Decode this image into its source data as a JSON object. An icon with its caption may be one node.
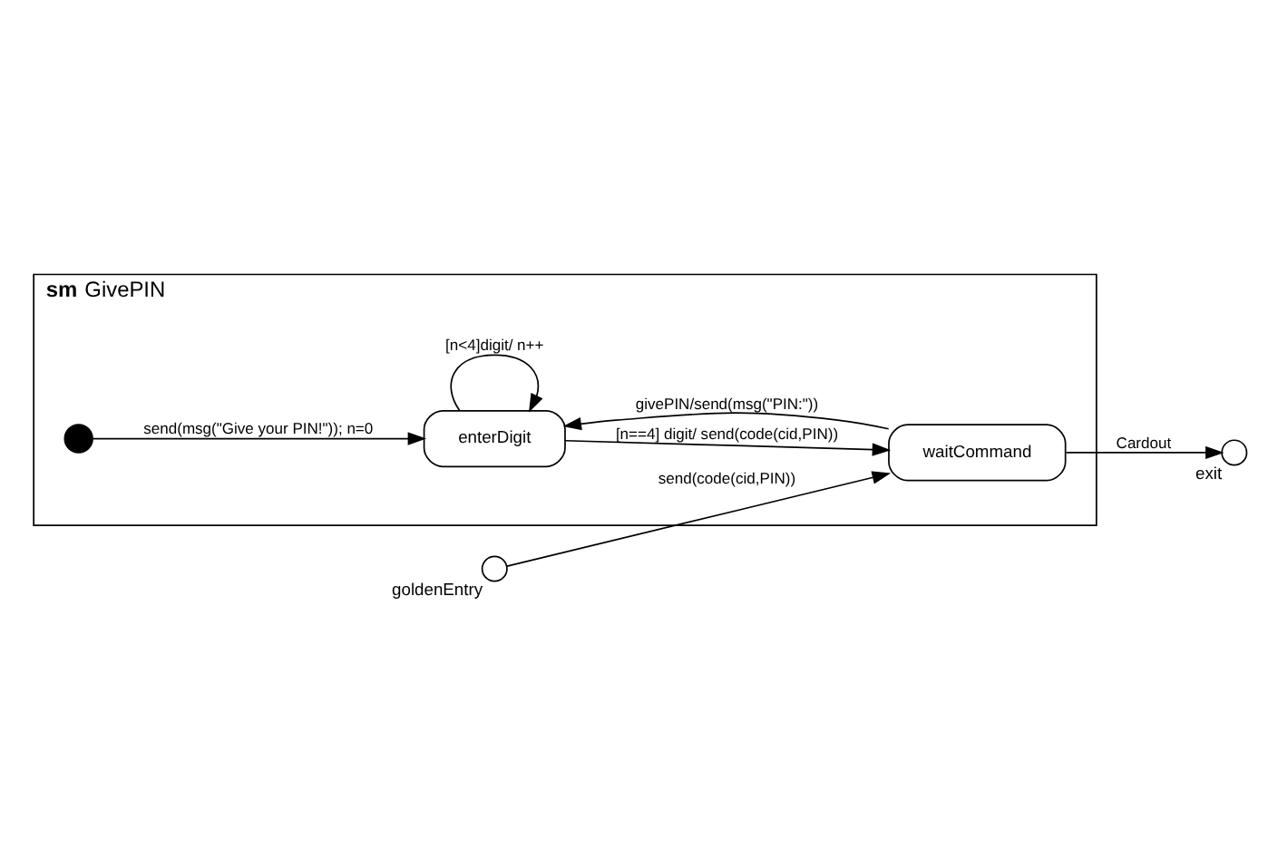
{
  "diagram": {
    "nodes": [
      {
        "text": [
          "**sm** GivePIN"
        ]
      },
      {
        "text": [],
        "shape": "circle",
        "in": 0
      },
      {
        "text": [
          "enterDigit"
        ],
        "in": 0
      },
      {
        "text": [
          "waitCommand"
        ],
        "in": 0
      },
      {
        "text": [],
        "shape": "circle",
        "beside": [
          "goldenEntry"
        ]
      },
      {
        "text": [],
        "shape": "circle",
        "beside": [
          "exit"
        ]
      }
    ],
    "edges": [
      {
        "from": 1,
        "to": 2,
        "arrow": "to",
        "label": "send(msg(\"Give your PIN!\")); n=0"
      },
      {
        "from": 2,
        "to": 2,
        "arrow": "to",
        "label": "[n<4]digit/ n++"
      },
      {
        "from": 2,
        "to": 3,
        "arrow": "to",
        "label": "[n==4] digit/ send(code(cid,PIN))"
      },
      {
        "from": 4,
        "to": 3,
        "arrow": "to",
        "label": "send(code(cid,PIN))"
      },
      {
        "from": 3,
        "to": 5,
        "arrow": "to",
        "label": "Cardout"
      },
      {
        "from": 3,
        "to": 2,
        "arrow": "to",
        "label": "givePIN/send(msg(\"PIN:\"))"
      }
    ]
  }
}
